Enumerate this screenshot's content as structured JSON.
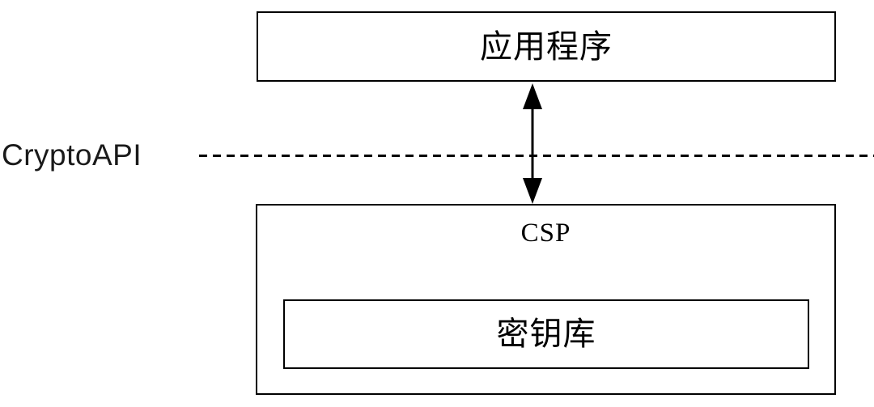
{
  "diagram": {
    "application_box": {
      "label": "应用程序"
    },
    "api_layer": {
      "label": "CryptoAPI"
    },
    "csp_box": {
      "label": "CSP"
    },
    "keystore_box": {
      "label": "密钥库"
    },
    "colors": {
      "line": "#000000",
      "background": "#ffffff"
    }
  }
}
